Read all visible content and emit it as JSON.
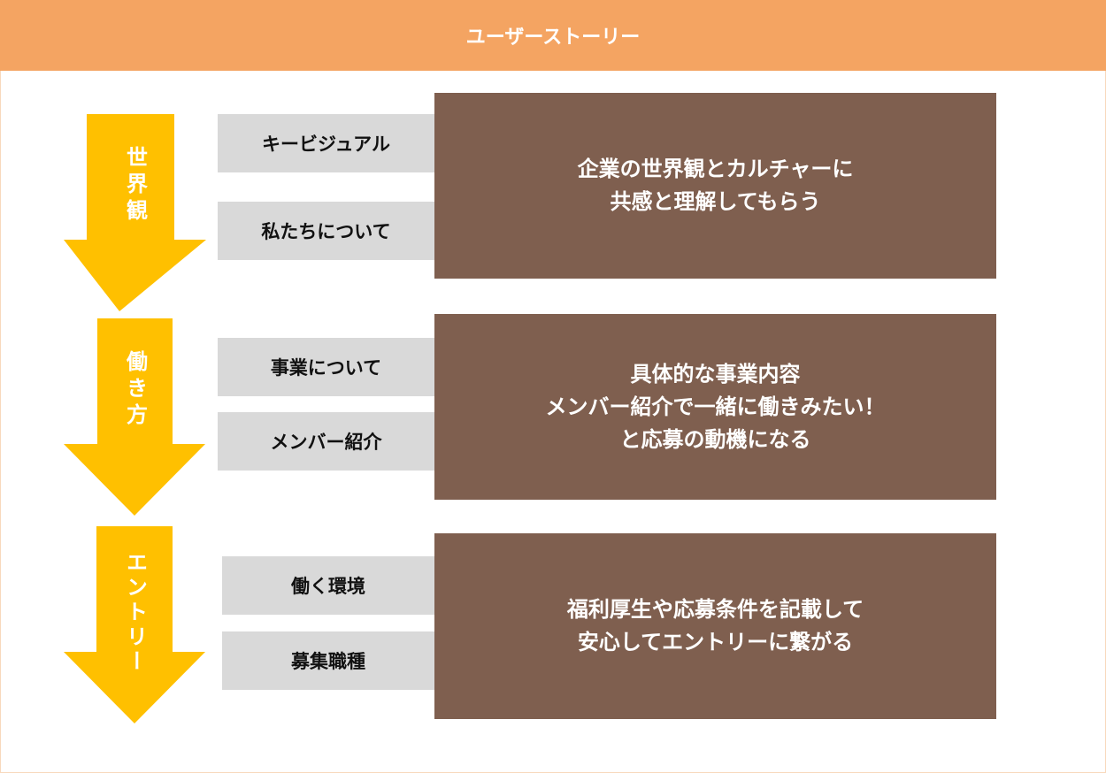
{
  "header": {
    "title": "ユーザーストーリー"
  },
  "colors": {
    "header": "#F4A462",
    "arrow": "#FFC000",
    "box_gray": "#D9D9D9",
    "box_brown": "#7F5F4F"
  },
  "stages": [
    {
      "label": "世界観",
      "items": [
        "キービジュアル",
        "私たちについて"
      ],
      "description": [
        "企業の世界観とカルチャーに",
        "共感と理解してもらう"
      ]
    },
    {
      "label": "働き方",
      "items": [
        "事業について",
        "メンバー紹介"
      ],
      "description": [
        "具体的な事業内容",
        "メンバー紹介で一緒に働きみたい！",
        "と応募の動機になる"
      ]
    },
    {
      "label": "エントリー",
      "items": [
        "働く環境",
        "募集職種"
      ],
      "description": [
        "福利厚生や応募条件を記載して",
        "安心してエントリーに繋がる"
      ]
    }
  ]
}
